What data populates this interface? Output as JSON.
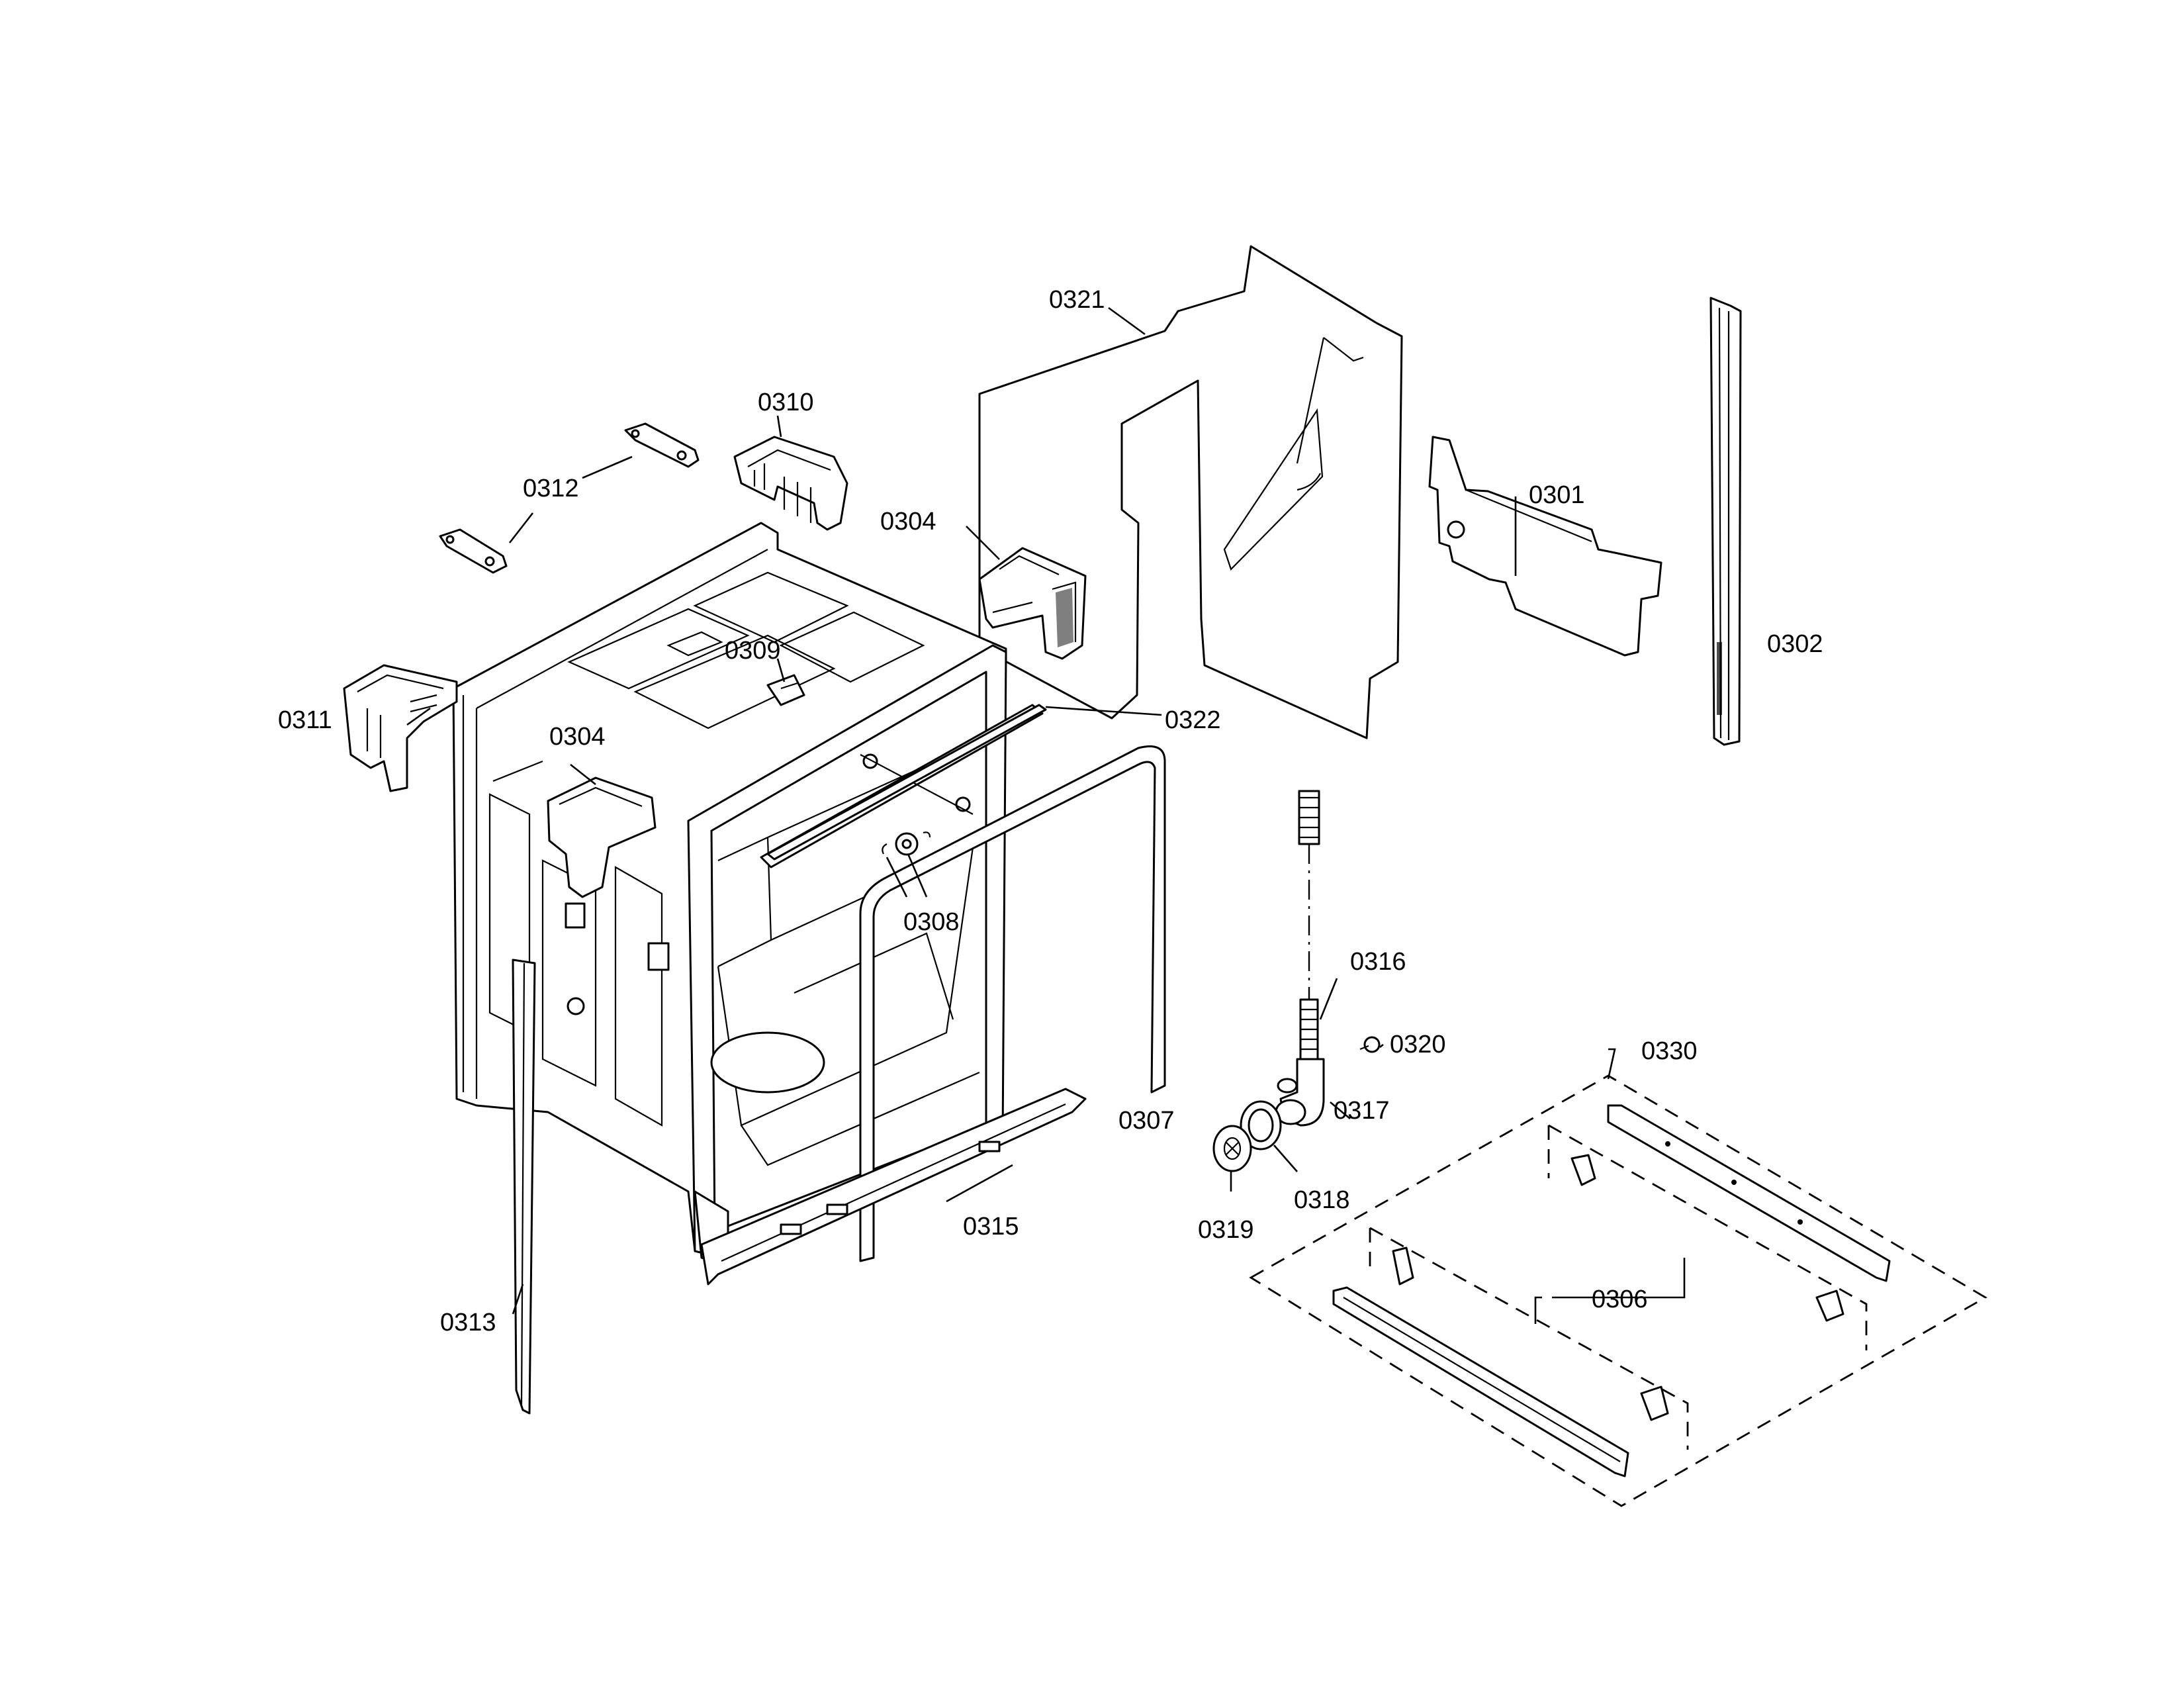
{
  "diagram": {
    "callouts": {
      "c0301": "0301",
      "c0302": "0302",
      "c0304a": "0304",
      "c0304b": "0304",
      "c0306": "0306",
      "c0307": "0307",
      "c0308": "0308",
      "c0309": "0309",
      "c0310": "0310",
      "c0311": "0311",
      "c0312": "0312",
      "c0313": "0313",
      "c0315": "0315",
      "c0316": "0316",
      "c0317": "0317",
      "c0318": "0318",
      "c0319": "0319",
      "c0320": "0320",
      "c0321": "0321",
      "c0322": "0322",
      "c0330": "0330"
    }
  }
}
